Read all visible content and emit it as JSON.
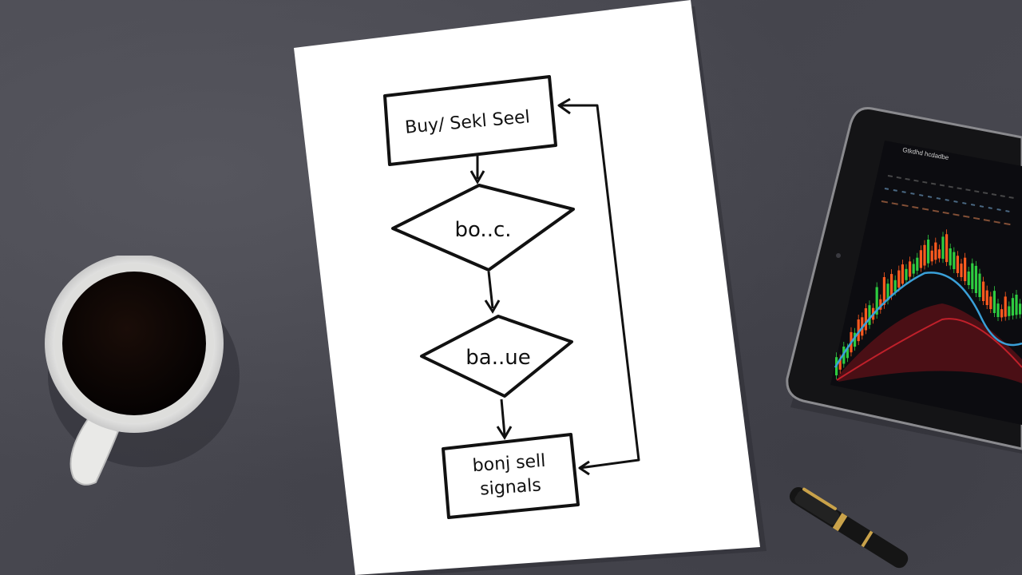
{
  "scene": {
    "description_free": true
  },
  "flowchart": {
    "box_top_label": "Buy/ Sekl Seel",
    "diamond_1_label": "bo..c.",
    "diamond_2_label": "ba..ue",
    "box_bottom_line1": "bonj sell",
    "box_bottom_line2": "signals"
  },
  "tablet": {
    "header_text": "Gtkdhd hcdadbe",
    "chart_colors": {
      "up_candle": "#2ecc40",
      "down_candle": "#ff5a1f",
      "ma_line_blue": "#3aa0d8",
      "ma_line_red": "#c0202a"
    }
  },
  "colors": {
    "desk": "#4a4a52",
    "paper": "#ffffff",
    "ink": "#111111",
    "coffee": "#120806",
    "mug": "#f2f2f0"
  }
}
